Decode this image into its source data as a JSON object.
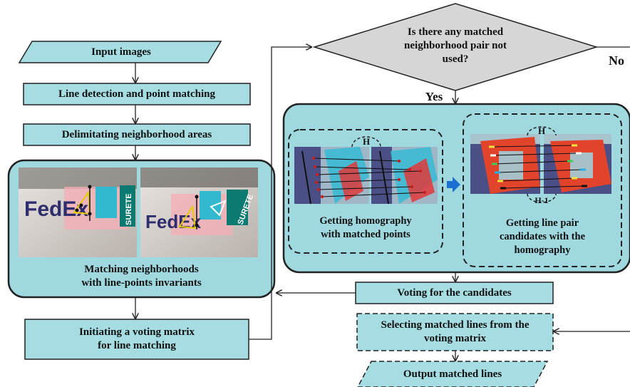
{
  "colors": {
    "box_fill": "#a5dde2",
    "panel_fill": "#9fd9df",
    "decision_fill": "#d6d6d6",
    "stroke": "#222222",
    "accent_arrow": "#1a6fd0"
  },
  "nodes": {
    "input_images": "Input images",
    "line_detection": "Line detection and point matching",
    "delimitating": "Delimitating neighborhood areas",
    "matching_neighborhoods": "Matching neighborhoods\nwith line-points invariants",
    "initiating_voting": "Initiating a voting matrix\nfor line matching",
    "decision": "Is there any matched\nneighborhood pair not\nused?",
    "getting_homography": "Getting homography\nwith matched points",
    "getting_line_pair": "Getting line pair\ncandidates with the\nhomography",
    "voting": "Voting for the candidates",
    "selecting": "Selecting matched lines from the\nvoting matrix",
    "output": "Output matched lines"
  },
  "edge_labels": {
    "yes": "Yes",
    "no": "No",
    "h": "H",
    "h_inverse": "H-1"
  },
  "photo_text": {
    "fedex_left": "FedEx",
    "fedex_right": "FedEx",
    "surete_left": "SURETE",
    "surete_right": "SURETE"
  }
}
